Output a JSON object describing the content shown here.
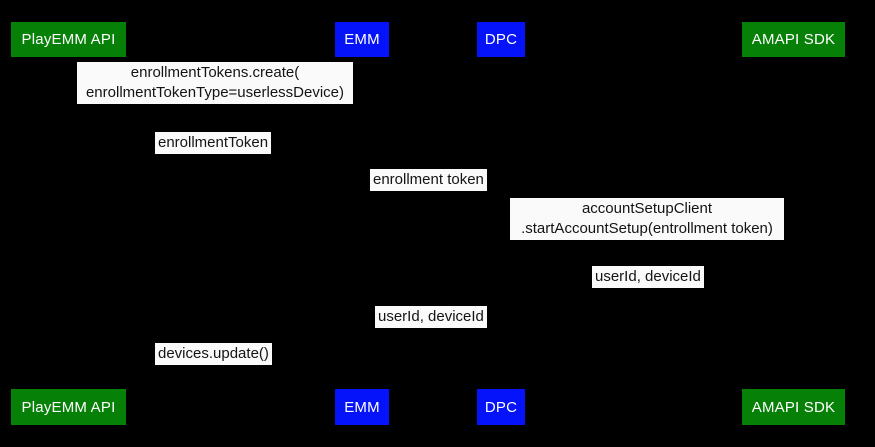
{
  "colors": {
    "background": "#000000",
    "green": "#068006",
    "blue": "#0513fa",
    "label_bg": "#fafafa",
    "label_text": "#141414",
    "actor_text": "#ffffff"
  },
  "actors": [
    {
      "label": "PlayEMM API",
      "color": "green"
    },
    {
      "label": "EMM",
      "color": "blue"
    },
    {
      "label": "DPC",
      "color": "blue"
    },
    {
      "label": "AMAPI SDK",
      "color": "green"
    }
  ],
  "messages": [
    {
      "lines": [
        "enrollmentTokens.create(",
        "enrollmentTokenType=userlessDevice)"
      ]
    },
    {
      "lines": [
        "enrollmentToken"
      ]
    },
    {
      "lines": [
        "enrollment token"
      ]
    },
    {
      "lines": [
        "accountSetupClient",
        ".startAccountSetup(entrollment token)"
      ]
    },
    {
      "lines": [
        "userId, deviceId"
      ]
    },
    {
      "lines": [
        "userId, deviceId"
      ]
    },
    {
      "lines": [
        "devices.update()"
      ]
    }
  ]
}
